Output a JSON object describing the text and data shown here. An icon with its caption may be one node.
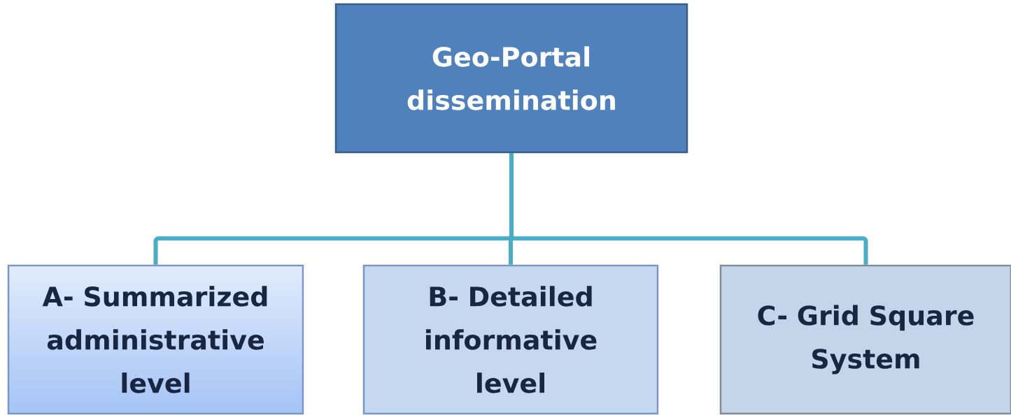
{
  "diagram": {
    "nodes": [
      {
        "text": [
          "Geo-Portal dissemination"
        ]
      },
      {
        "text": [
          "A- Summarized administrative level"
        ]
      },
      {
        "text": [
          "B- Detailed informative level"
        ]
      },
      {
        "text": [
          "C- Grid Square System"
        ]
      }
    ],
    "edges": [
      {
        "from": 0,
        "to": 1,
        "arrow": "none"
      },
      {
        "from": 0,
        "to": 2,
        "arrow": "none"
      },
      {
        "from": 0,
        "to": 3,
        "arrow": "none"
      }
    ]
  }
}
